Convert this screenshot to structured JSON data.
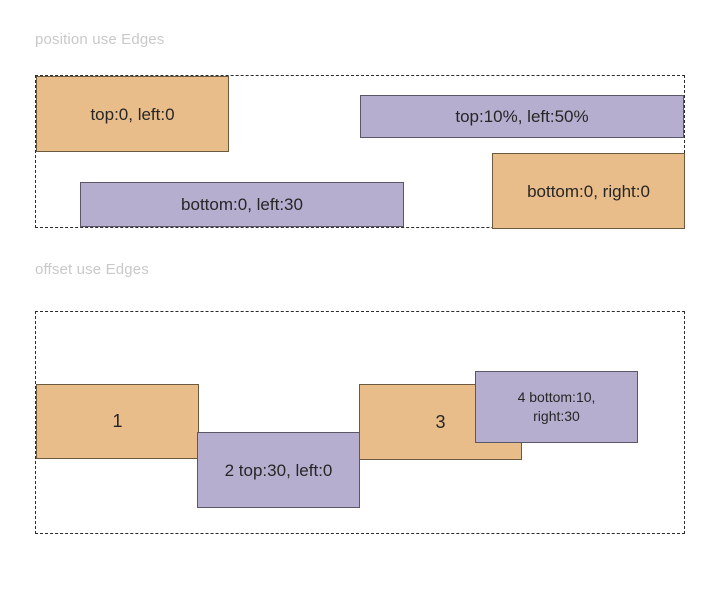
{
  "sections": [
    {
      "label": "position use Edges",
      "boxes": [
        {
          "text": "top:0, left:0",
          "color": "orange"
        },
        {
          "text": "top:10%, left:50%",
          "color": "purple"
        },
        {
          "text": "bottom:0, left:30",
          "color": "purple"
        },
        {
          "text": "bottom:0, right:0",
          "color": "orange"
        }
      ]
    },
    {
      "label": "offset use Edges",
      "boxes": [
        {
          "text": "1",
          "color": "orange"
        },
        {
          "text": "2 top:30, left:0",
          "color": "purple"
        },
        {
          "text": "3",
          "color": "orange"
        },
        {
          "text": "4 bottom:10,\nright:30",
          "color": "purple"
        }
      ]
    }
  ],
  "colors": {
    "background": "#ffffff",
    "orange_fill": "#e9bd8a",
    "orange_border": "#6b5a3e",
    "purple_fill": "#b5aecf",
    "purple_border": "#5b5668",
    "container_border": "#2b2b2b",
    "label_text": "#c9c9c9",
    "box_text": "#262626"
  }
}
